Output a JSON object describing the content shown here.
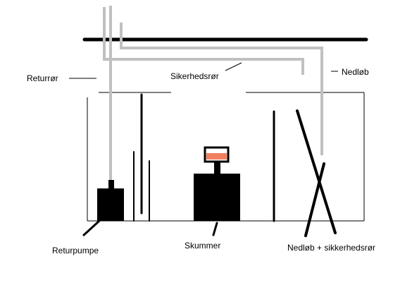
{
  "labels": {
    "return_pipe": "Returrør",
    "safety_pipe": "Sikerhedsrør",
    "downpipe": "Nedløb",
    "return_pump": "Returpumpe",
    "skimmer": "Skummer",
    "downpipe_and_safety": "Nedløb + sikkerhedsrør"
  },
  "colors": {
    "pipe_gray": "#c0c0c0",
    "line_black": "#000000",
    "skimmer_cup_fill": "#f08060"
  }
}
